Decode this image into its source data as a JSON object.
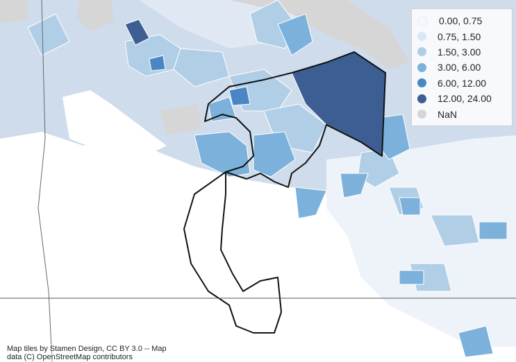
{
  "legend": {
    "items": [
      {
        "label": "0.00,  0.75",
        "color": "#f4f8fd"
      },
      {
        "label": "0.75,  1.50",
        "color": "#d9e7f5"
      },
      {
        "label": "1.50,  3.00",
        "color": "#b0cfe7"
      },
      {
        "label": "3.00,  6.00",
        "color": "#7bb1da"
      },
      {
        "label": "6.00, 12.00",
        "color": "#4a86c4"
      },
      {
        "label": "12.00, 24.00",
        "color": "#3d5e92"
      },
      {
        "label": "NaN",
        "color": "#d6d6d6"
      }
    ]
  },
  "attribution": {
    "line1": "Map tiles by Stamen Design, CC BY 3.0 -- Map",
    "line2": "data (C) OpenStreetMap contributors"
  },
  "colors": {
    "water": "#cfdcec",
    "land": "#ffffff",
    "urban": "#dde6f1",
    "boundary": "#111111"
  }
}
